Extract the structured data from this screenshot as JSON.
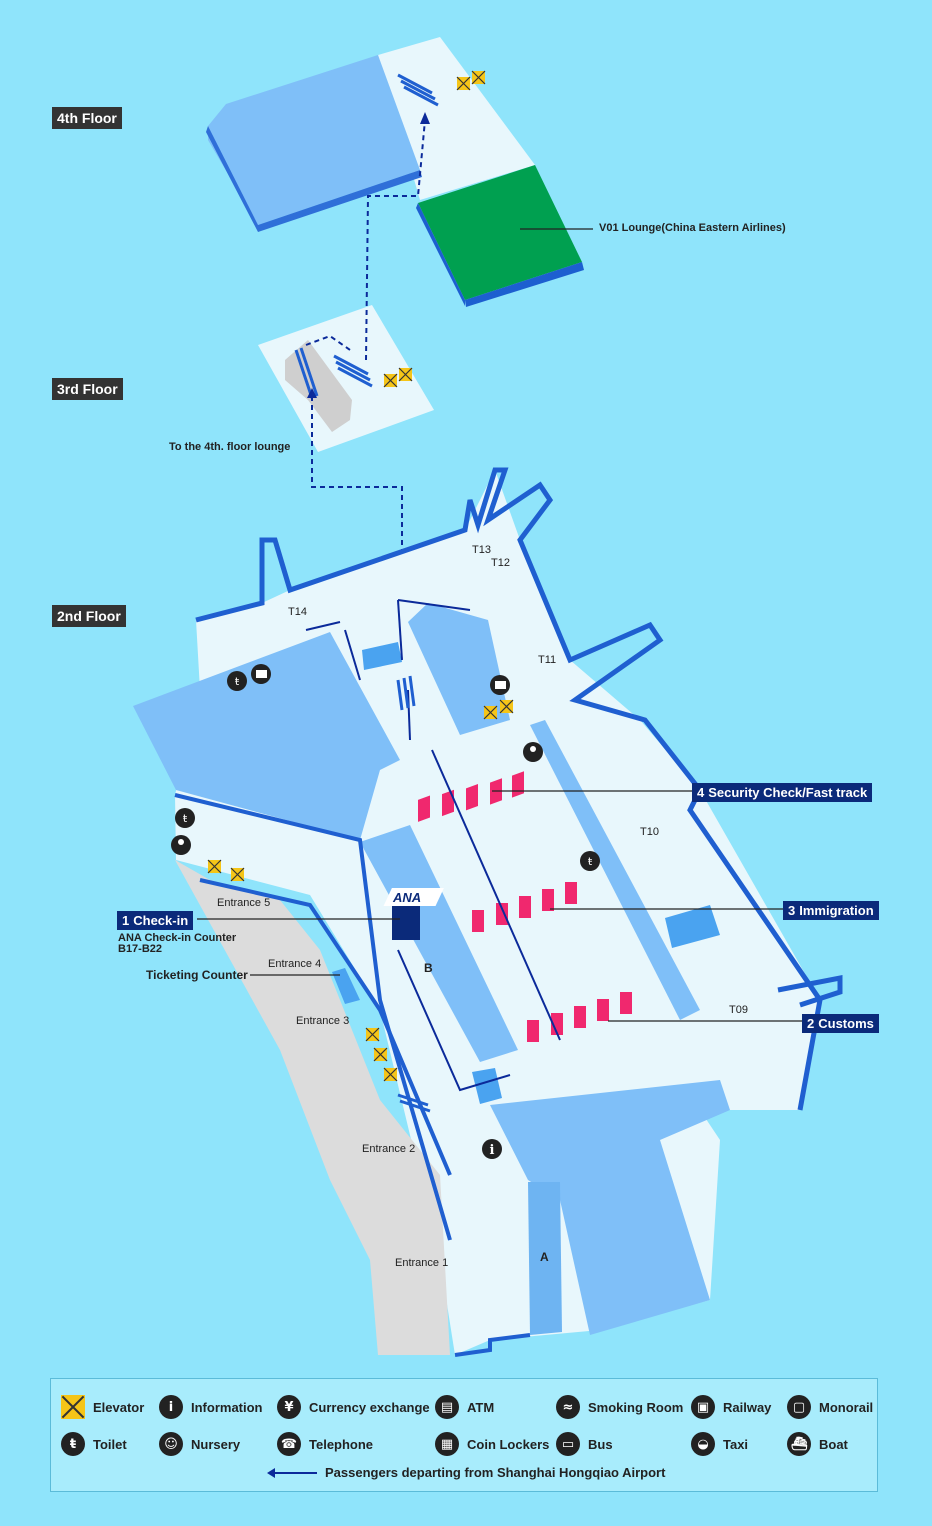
{
  "floors": {
    "fourth": "4th Floor",
    "third": "3rd Floor",
    "second": "2nd Floor"
  },
  "labels": {
    "lounge": "V01 Lounge(China Eastern Airlines)",
    "to_lounge": "To the 4th. floor lounge",
    "ana_note_line1": "ANA Check-in Counter",
    "ana_note_line2": "B17-B22",
    "ticketing": "Ticketing Counter",
    "entrance5": "Entrance 5",
    "entrance4": "Entrance 4",
    "entrance3": "Entrance 3",
    "entrance2": "Entrance 2",
    "entrance1": "Entrance 1",
    "gate_t14": "T14",
    "gate_t13": "T13",
    "gate_t12": "T12",
    "gate_t11": "T11",
    "gate_t10": "T10",
    "gate_t09": "T09",
    "area_a": "A",
    "area_b": "B",
    "ana_logo": "ANA"
  },
  "callouts": {
    "checkin": {
      "num": "1",
      "text": "Check-in"
    },
    "customs": {
      "num": "2",
      "text": "Customs"
    },
    "immigration": {
      "num": "3",
      "text": "Immigration"
    },
    "security": {
      "num": "4",
      "text": "Security Check/Fast track"
    }
  },
  "legend": {
    "items": [
      {
        "icon": "elevator-icon",
        "label": "Elevator"
      },
      {
        "icon": "information-icon",
        "label": "Information"
      },
      {
        "icon": "currency-exchange-icon",
        "label": "Currency exchange"
      },
      {
        "icon": "atm-icon",
        "label": "ATM"
      },
      {
        "icon": "smoking-room-icon",
        "label": "Smoking Room"
      },
      {
        "icon": "railway-icon",
        "label": "Railway"
      },
      {
        "icon": "monorail-icon",
        "label": "Monorail"
      },
      {
        "icon": "toilet-icon",
        "label": "Toilet"
      },
      {
        "icon": "nursery-icon",
        "label": "Nursery"
      },
      {
        "icon": "telephone-icon",
        "label": "Telephone"
      },
      {
        "icon": "coin-lockers-icon",
        "label": "Coin Lockers"
      },
      {
        "icon": "bus-icon",
        "label": "Bus"
      },
      {
        "icon": "taxi-icon",
        "label": "Taxi"
      },
      {
        "icon": "boat-icon",
        "label": "Boat"
      }
    ],
    "route_label": "Passengers departing from Shanghai Hongqiao Airport"
  },
  "colors": {
    "water": "#8fe4fb",
    "floor": "#e8f7fc",
    "zone": "#7fbff8",
    "wall": "#1f5fd0",
    "lounge": "#00a050",
    "counter": "#f0286e",
    "elevator": "#f5c518",
    "route": "#0b2a9a"
  }
}
